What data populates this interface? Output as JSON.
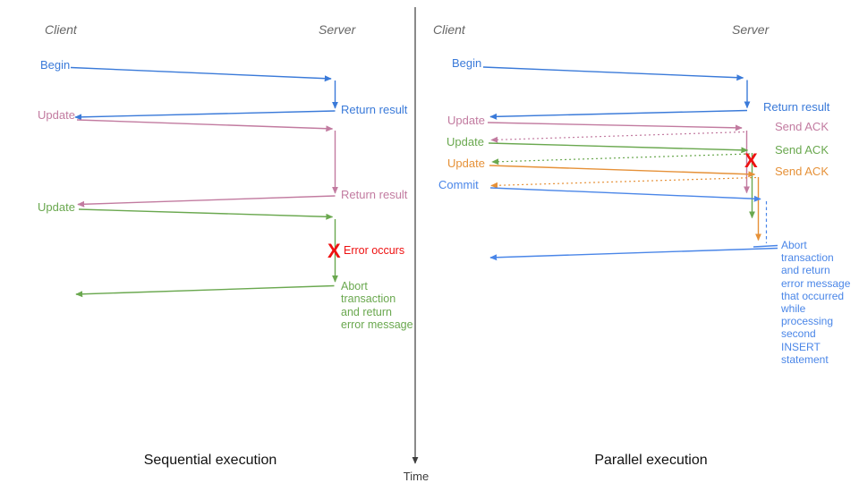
{
  "colors": {
    "blue": "#3a7ad9",
    "blue_light": "#4a86e8",
    "pink": "#c27ba0",
    "green": "#6aa84f",
    "orange": "#e69138",
    "red": "#ee1111",
    "gray_header": "#666666",
    "axis": "#3d3d3d",
    "title": "#111111"
  },
  "time_axis": {
    "label": "Time"
  },
  "sequential": {
    "title": "Sequential execution",
    "client_header": "Client",
    "server_header": "Server",
    "begin_label": "Begin",
    "return_result_1": "Return result",
    "update_1": "Update",
    "return_result_2": "Return result",
    "update_2": "Update",
    "error_x": "X",
    "error_label": "Error occurs",
    "abort_note": "Abort\ntransaction\nand return\nerror message"
  },
  "parallel": {
    "title": "Parallel execution",
    "client_header": "Client",
    "server_header": "Server",
    "begin_label": "Begin",
    "return_result": "Return result",
    "update_1": "Update",
    "send_ack_1": "Send ACK",
    "update_2": "Update",
    "send_ack_2": "Send ACK",
    "update_3": "Update",
    "send_ack_3": "Send ACK",
    "commit_label": "Commit",
    "error_x": "X",
    "abort_note": "Abort\ntransaction\nand return\nerror message\nthat occurred\nwhile\nprocessing\nsecond\nINSERT\nstatement"
  }
}
